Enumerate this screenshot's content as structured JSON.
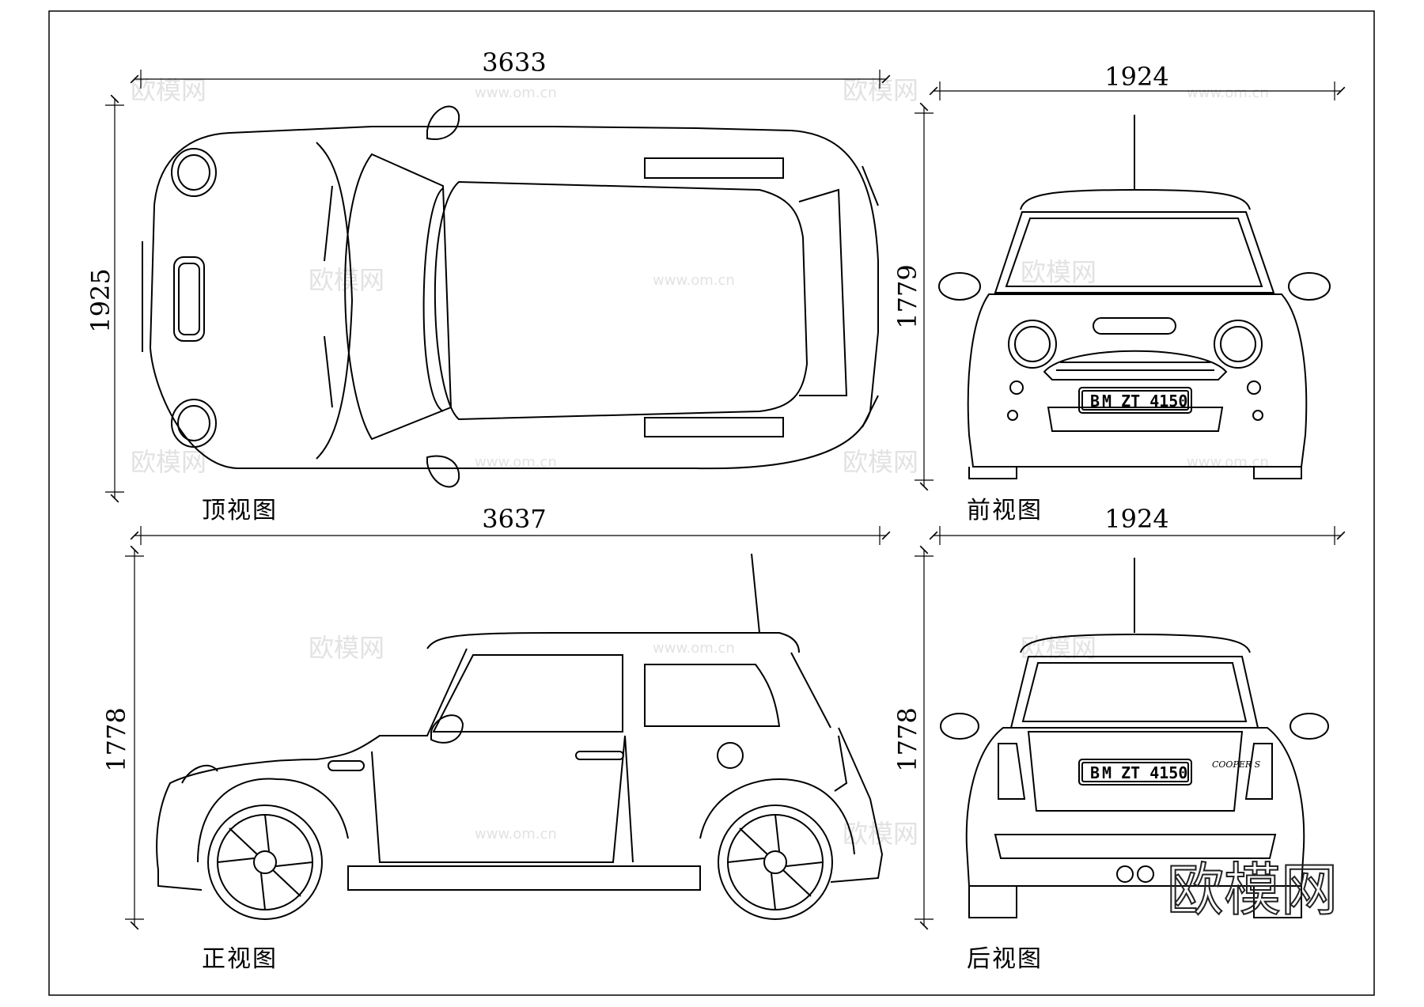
{
  "views": {
    "top": {
      "caption": "顶视图",
      "length_label": "3633",
      "width_label": "1925"
    },
    "front": {
      "caption": "前视图",
      "width_label": "1924",
      "height_label": "1779",
      "plate": "M ZT 4150",
      "plate_prefix": "B"
    },
    "side": {
      "caption": "正视图",
      "length_label": "3637",
      "height_label": "1778"
    },
    "rear": {
      "caption": "后视图",
      "width_label": "1924",
      "height_label": "1778",
      "plate": "M ZT 4150",
      "plate_prefix": "B",
      "badge": "COOPER S"
    }
  },
  "watermark": {
    "brand": "欧模网",
    "url": "www.om.cn"
  },
  "colors": {
    "line": "#000000",
    "watermark": "#e2e2e2",
    "background": "#ffffff"
  }
}
